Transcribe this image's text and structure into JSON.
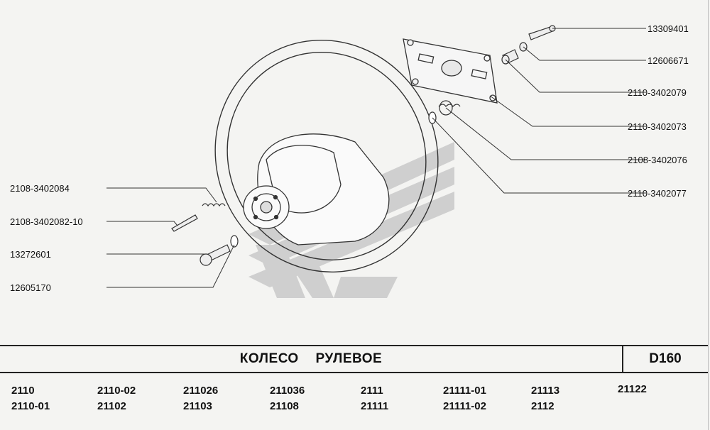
{
  "parts": {
    "right": [
      "13309401",
      "12606671",
      "2110-3402079",
      "2110-3402073",
      "2108-3402076",
      "2110-3402077"
    ],
    "left": [
      "2108-3402084",
      "2108-3402082-10",
      "13272601",
      "12605170"
    ]
  },
  "title": {
    "name": "КОЛЕСО   РУЛЕВОЕ",
    "code": "D160"
  },
  "models": [
    [
      "2110",
      "2110-01"
    ],
    [
      "2110-02",
      "21102"
    ],
    [
      "211026",
      "21103"
    ],
    [
      "211036",
      "21108"
    ],
    [
      "2111",
      "21111"
    ],
    [
      "21111-01",
      "21111-02"
    ],
    [
      "21113",
      "2112"
    ],
    [
      "21122"
    ]
  ]
}
